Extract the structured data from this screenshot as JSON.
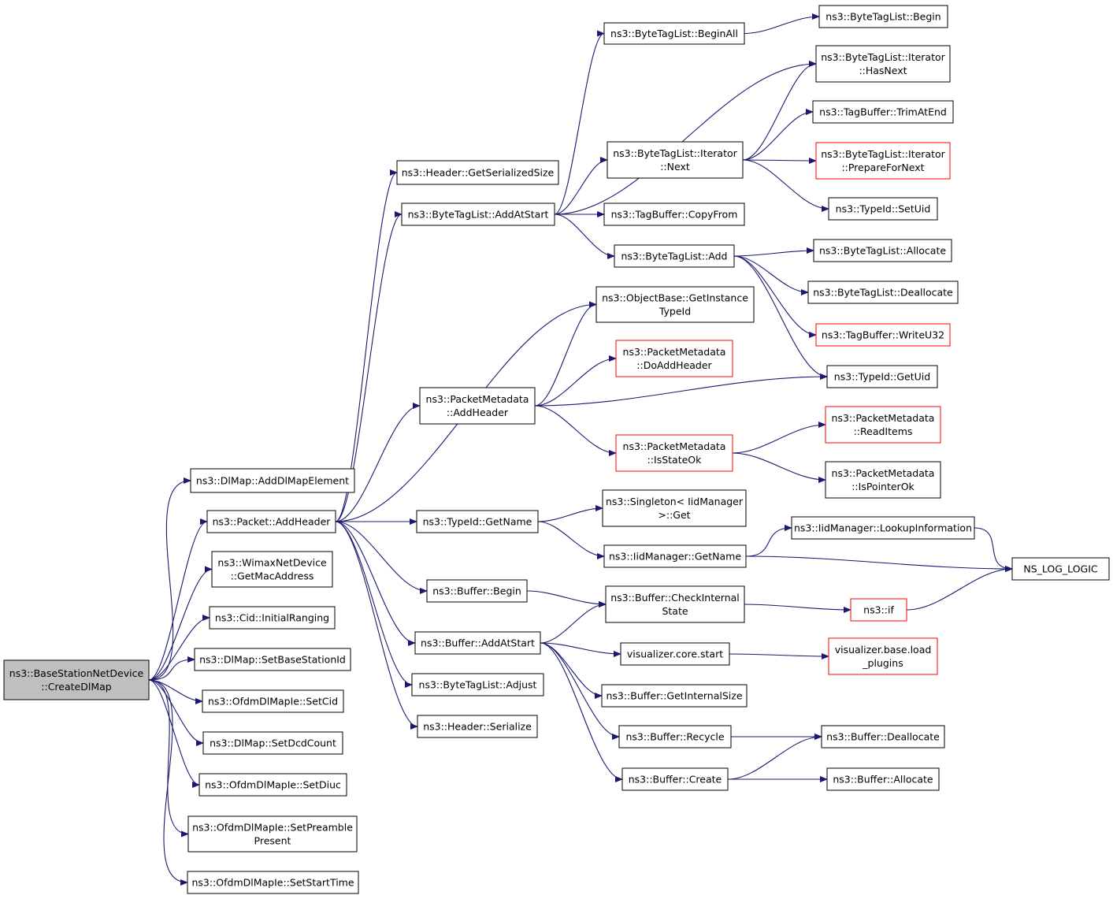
{
  "colors": {
    "node_border": "#000000",
    "node_border_truncated": "#ff0000",
    "root_fill": "#bfbfbf",
    "node_fill": "#ffffff",
    "edge": "#191970"
  },
  "nodes": [
    {
      "id": "root",
      "lines": [
        "ns3::BaseStationNetDevice",
        "::CreateDlMap"
      ],
      "root": true
    },
    {
      "id": "addDlMapElement",
      "lines": [
        "ns3::DlMap::AddDlMapElement"
      ]
    },
    {
      "id": "packetAddHeader",
      "lines": [
        "ns3::Packet::AddHeader"
      ]
    },
    {
      "id": "getMacAddress",
      "lines": [
        "ns3::WimaxNetDevice",
        "::GetMacAddress"
      ]
    },
    {
      "id": "initialRanging",
      "lines": [
        "ns3::Cid::InitialRanging"
      ]
    },
    {
      "id": "setBaseStationId",
      "lines": [
        "ns3::DlMap::SetBaseStationId"
      ]
    },
    {
      "id": "setCid",
      "lines": [
        "ns3::OfdmDlMapIe::SetCid"
      ]
    },
    {
      "id": "setDcdCount",
      "lines": [
        "ns3::DlMap::SetDcdCount"
      ]
    },
    {
      "id": "setDiuc",
      "lines": [
        "ns3::OfdmDlMapIe::SetDiuc"
      ]
    },
    {
      "id": "setPreamble",
      "lines": [
        "ns3::OfdmDlMapIe::SetPreamble",
        "Present"
      ]
    },
    {
      "id": "setStartTime",
      "lines": [
        "ns3::OfdmDlMapIe::SetStartTime"
      ]
    },
    {
      "id": "getSerializedSize",
      "lines": [
        "ns3::Header::GetSerializedSize"
      ]
    },
    {
      "id": "btlAddAtStart",
      "lines": [
        "ns3::ByteTagList::AddAtStart"
      ]
    },
    {
      "id": "pmAddHeader",
      "lines": [
        "ns3::PacketMetadata",
        "::AddHeader"
      ]
    },
    {
      "id": "typeIdGetName",
      "lines": [
        "ns3::TypeId::GetName"
      ]
    },
    {
      "id": "bufferBegin",
      "lines": [
        "ns3::Buffer::Begin"
      ]
    },
    {
      "id": "bufferAddAtStart",
      "lines": [
        "ns3::Buffer::AddAtStart"
      ]
    },
    {
      "id": "btlAdjust",
      "lines": [
        "ns3::ByteTagList::Adjust"
      ]
    },
    {
      "id": "headerSerialize",
      "lines": [
        "ns3::Header::Serialize"
      ]
    },
    {
      "id": "btlBeginAll",
      "lines": [
        "ns3::ByteTagList::BeginAll"
      ]
    },
    {
      "id": "btlIterNext",
      "lines": [
        "ns3::ByteTagList::Iterator",
        "::Next"
      ]
    },
    {
      "id": "tagBufCopyFrom",
      "lines": [
        "ns3::TagBuffer::CopyFrom"
      ]
    },
    {
      "id": "btlAdd",
      "lines": [
        "ns3::ByteTagList::Add"
      ]
    },
    {
      "id": "objGetInstanceTypeId",
      "lines": [
        "ns3::ObjectBase::GetInstance",
        "TypeId"
      ]
    },
    {
      "id": "pmDoAddHeader",
      "lines": [
        "ns3::PacketMetadata",
        "::DoAddHeader"
      ],
      "truncated": true
    },
    {
      "id": "pmIsStateOk",
      "lines": [
        "ns3::PacketMetadata",
        "::IsStateOk"
      ],
      "truncated": true
    },
    {
      "id": "singletonGet",
      "lines": [
        "ns3::Singleton< IidManager",
        ">::Get"
      ]
    },
    {
      "id": "iidGetName",
      "lines": [
        "ns3::IidManager::GetName"
      ]
    },
    {
      "id": "bufCheckInternalState",
      "lines": [
        "ns3::Buffer::CheckInternal",
        "State"
      ]
    },
    {
      "id": "visCoreStart",
      "lines": [
        "visualizer.core.start"
      ]
    },
    {
      "id": "bufGetInternalSize",
      "lines": [
        "ns3::Buffer::GetInternalSize"
      ]
    },
    {
      "id": "bufRecycle",
      "lines": [
        "ns3::Buffer::Recycle"
      ]
    },
    {
      "id": "bufCreate",
      "lines": [
        "ns3::Buffer::Create"
      ]
    },
    {
      "id": "btlBegin",
      "lines": [
        "ns3::ByteTagList::Begin"
      ]
    },
    {
      "id": "btlIterHasNext",
      "lines": [
        "ns3::ByteTagList::Iterator",
        "::HasNext"
      ]
    },
    {
      "id": "tagBufTrimAtEnd",
      "lines": [
        "ns3::TagBuffer::TrimAtEnd"
      ]
    },
    {
      "id": "btlIterPrepareForNext",
      "lines": [
        "ns3::ByteTagList::Iterator",
        "::PrepareForNext"
      ],
      "truncated": true
    },
    {
      "id": "typeIdSetUid",
      "lines": [
        "ns3::TypeId::SetUid"
      ]
    },
    {
      "id": "btlAllocate",
      "lines": [
        "ns3::ByteTagList::Allocate"
      ]
    },
    {
      "id": "btlDeallocate",
      "lines": [
        "ns3::ByteTagList::Deallocate"
      ]
    },
    {
      "id": "tagBufWriteU32",
      "lines": [
        "ns3::TagBuffer::WriteU32"
      ],
      "truncated": true
    },
    {
      "id": "typeIdGetUid",
      "lines": [
        "ns3::TypeId::GetUid"
      ]
    },
    {
      "id": "pmReadItems",
      "lines": [
        "ns3::PacketMetadata",
        "::ReadItems"
      ],
      "truncated": true
    },
    {
      "id": "pmIsPointerOk",
      "lines": [
        "ns3::PacketMetadata",
        "::IsPointerOk"
      ]
    },
    {
      "id": "iidLookupInformation",
      "lines": [
        "ns3::IidManager::LookupInformation"
      ]
    },
    {
      "id": "nsLogLogic",
      "lines": [
        "NS_LOG_LOGIC"
      ]
    },
    {
      "id": "ns3If",
      "lines": [
        "ns3::if"
      ],
      "truncated": true
    },
    {
      "id": "visBaseLoadPlugins",
      "lines": [
        "visualizer.base.load",
        "_plugins"
      ],
      "truncated": true
    },
    {
      "id": "bufDeallocate",
      "lines": [
        "ns3::Buffer::Deallocate"
      ]
    },
    {
      "id": "bufAllocate",
      "lines": [
        "ns3::Buffer::Allocate"
      ]
    }
  ],
  "edges": [
    {
      "from": "root",
      "to": "addDlMapElement"
    },
    {
      "from": "root",
      "to": "packetAddHeader"
    },
    {
      "from": "root",
      "to": "getMacAddress"
    },
    {
      "from": "root",
      "to": "initialRanging"
    },
    {
      "from": "root",
      "to": "setBaseStationId"
    },
    {
      "from": "root",
      "to": "setCid"
    },
    {
      "from": "root",
      "to": "setDcdCount"
    },
    {
      "from": "root",
      "to": "setDiuc"
    },
    {
      "from": "root",
      "to": "setPreamble"
    },
    {
      "from": "root",
      "to": "setStartTime"
    },
    {
      "from": "packetAddHeader",
      "to": "getSerializedSize"
    },
    {
      "from": "packetAddHeader",
      "to": "btlAddAtStart"
    },
    {
      "from": "packetAddHeader",
      "to": "objGetInstanceTypeId"
    },
    {
      "from": "packetAddHeader",
      "to": "pmAddHeader"
    },
    {
      "from": "packetAddHeader",
      "to": "typeIdGetName"
    },
    {
      "from": "packetAddHeader",
      "to": "bufferBegin"
    },
    {
      "from": "packetAddHeader",
      "to": "bufferAddAtStart"
    },
    {
      "from": "packetAddHeader",
      "to": "btlAdjust"
    },
    {
      "from": "packetAddHeader",
      "to": "headerSerialize"
    },
    {
      "from": "btlAddAtStart",
      "to": "btlBeginAll"
    },
    {
      "from": "btlAddAtStart",
      "to": "btlIterHasNext"
    },
    {
      "from": "btlAddAtStart",
      "to": "btlIterNext"
    },
    {
      "from": "btlAddAtStart",
      "to": "tagBufCopyFrom"
    },
    {
      "from": "btlAddAtStart",
      "to": "btlAdd"
    },
    {
      "from": "btlBeginAll",
      "to": "btlBegin"
    },
    {
      "from": "btlIterNext",
      "to": "btlIterHasNext"
    },
    {
      "from": "btlIterNext",
      "to": "tagBufTrimAtEnd"
    },
    {
      "from": "btlIterNext",
      "to": "btlIterPrepareForNext"
    },
    {
      "from": "btlIterNext",
      "to": "typeIdSetUid"
    },
    {
      "from": "btlAdd",
      "to": "btlAllocate"
    },
    {
      "from": "btlAdd",
      "to": "btlDeallocate"
    },
    {
      "from": "btlAdd",
      "to": "tagBufWriteU32"
    },
    {
      "from": "btlAdd",
      "to": "typeIdGetUid"
    },
    {
      "from": "pmAddHeader",
      "to": "objGetInstanceTypeId"
    },
    {
      "from": "pmAddHeader",
      "to": "pmDoAddHeader"
    },
    {
      "from": "pmAddHeader",
      "to": "typeIdGetUid"
    },
    {
      "from": "pmAddHeader",
      "to": "pmIsStateOk"
    },
    {
      "from": "pmIsStateOk",
      "to": "pmReadItems"
    },
    {
      "from": "pmIsStateOk",
      "to": "pmIsPointerOk"
    },
    {
      "from": "typeIdGetName",
      "to": "singletonGet"
    },
    {
      "from": "typeIdGetName",
      "to": "iidGetName"
    },
    {
      "from": "iidGetName",
      "to": "iidLookupInformation"
    },
    {
      "from": "iidGetName",
      "to": "nsLogLogic"
    },
    {
      "from": "iidLookupInformation",
      "to": "nsLogLogic"
    },
    {
      "from": "bufferBegin",
      "to": "bufCheckInternalState"
    },
    {
      "from": "bufferAddAtStart",
      "to": "bufCheckInternalState"
    },
    {
      "from": "bufferAddAtStart",
      "to": "visCoreStart"
    },
    {
      "from": "bufferAddAtStart",
      "to": "bufGetInternalSize"
    },
    {
      "from": "bufferAddAtStart",
      "to": "bufRecycle"
    },
    {
      "from": "bufferAddAtStart",
      "to": "bufCreate"
    },
    {
      "from": "bufCheckInternalState",
      "to": "ns3If"
    },
    {
      "from": "ns3If",
      "to": "nsLogLogic"
    },
    {
      "from": "visCoreStart",
      "to": "visBaseLoadPlugins"
    },
    {
      "from": "bufRecycle",
      "to": "bufDeallocate"
    },
    {
      "from": "bufCreate",
      "to": "bufDeallocate"
    },
    {
      "from": "bufCreate",
      "to": "bufAllocate"
    }
  ]
}
